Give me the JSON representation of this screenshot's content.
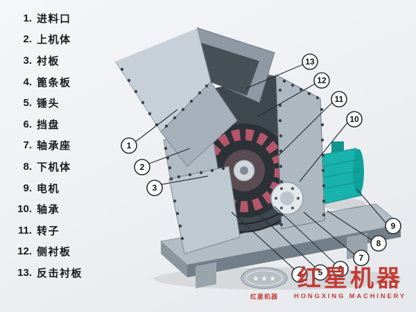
{
  "parts_list": {
    "items": [
      {
        "num": "1.",
        "label": "进料口"
      },
      {
        "num": "2.",
        "label": "上机体"
      },
      {
        "num": "3.",
        "label": "衬板"
      },
      {
        "num": "4.",
        "label": "篦条板"
      },
      {
        "num": "5.",
        "label": "锤头"
      },
      {
        "num": "6.",
        "label": "挡盘"
      },
      {
        "num": "7.",
        "label": "轴承座"
      },
      {
        "num": "8.",
        "label": "下机体"
      },
      {
        "num": "9.",
        "label": "电机"
      },
      {
        "num": "10.",
        "label": "轴承"
      },
      {
        "num": "11.",
        "label": "转子"
      },
      {
        "num": "12.",
        "label": "侧衬板"
      },
      {
        "num": "13.",
        "label": "反击衬板"
      }
    ]
  },
  "diagram": {
    "callouts": [
      {
        "n": "1"
      },
      {
        "n": "2"
      },
      {
        "n": "3"
      },
      {
        "n": "4"
      },
      {
        "n": "5"
      },
      {
        "n": "6"
      },
      {
        "n": "7"
      },
      {
        "n": "8"
      },
      {
        "n": "9"
      },
      {
        "n": "10"
      },
      {
        "n": "11"
      },
      {
        "n": "12"
      },
      {
        "n": "13"
      }
    ]
  },
  "logo": {
    "stars": "★ ★ ★",
    "emblem_caption": "红星机器",
    "main_text": "红星机器",
    "sub_text": "HONGXING MACHINERY"
  },
  "colors": {
    "machine_light": "#c7d0d8",
    "machine_mid": "#adb8c1",
    "machine_dark": "#6f7b85",
    "interior_dark": "#3f474f",
    "rotor_hammer": "#b5566b",
    "motor_teal": "#17b2ab",
    "logo_red": "#c2342c",
    "callout_stroke": "#2a2f34"
  }
}
